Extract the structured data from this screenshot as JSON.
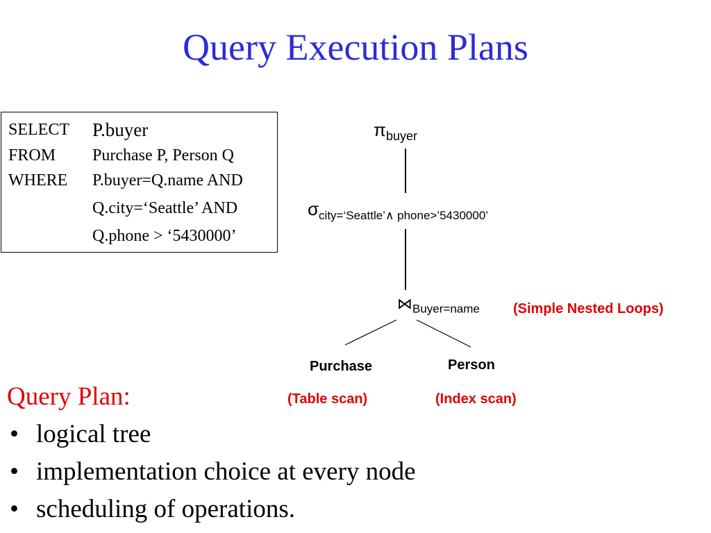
{
  "title": "Query Execution Plans",
  "sql": {
    "select_kw": "SELECT",
    "select_val": "P.buyer",
    "from_kw": "FROM",
    "from_val": "Purchase P, Person Q",
    "where_kw": "WHERE",
    "where_val_1": "P.buyer=Q.name AND",
    "where_val_2": "Q.city=‘Seattle’ AND",
    "where_val_3": "Q.phone > ‘5430000’"
  },
  "tree": {
    "projection": {
      "symbol": "π",
      "subscript": "buyer"
    },
    "selection": {
      "symbol": "σ",
      "subscript": "city=‘Seattle’∧ phone>’5430000’"
    },
    "join": {
      "symbol": "⋈",
      "subscript": "Buyer=name",
      "note": "(Simple Nested Loops)"
    },
    "left_leaf": {
      "name": "Purchase",
      "note": "(Table scan)"
    },
    "right_leaf": {
      "name": "Person",
      "note": "(Index scan)"
    }
  },
  "query_plan": {
    "heading": "Query Plan:",
    "bullets": [
      "logical tree",
      "implementation choice at every node",
      "scheduling of operations."
    ]
  },
  "colors": {
    "title": "#2b2bd9",
    "accent_red": "#e00000"
  }
}
